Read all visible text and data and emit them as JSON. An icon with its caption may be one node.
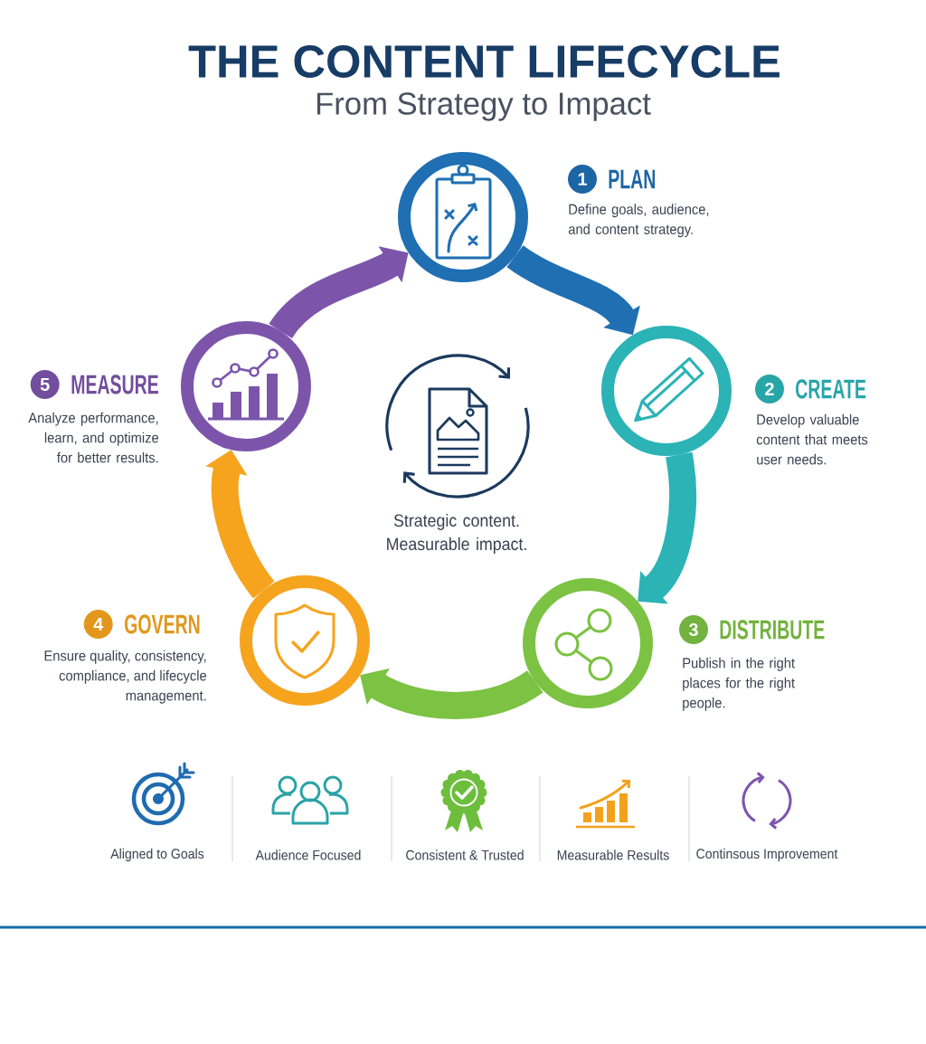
{
  "diagram": {
    "title": "THE CONTENT LIFECYCLE",
    "nodes": [
      {
        "text": [
          "1",
          "PLAN",
          "Define goals, audience, and content strategy."
        ]
      },
      {
        "text": [
          "2",
          "CREATE",
          "Develop valuable content that meets user needs."
        ]
      },
      {
        "text": [
          "3",
          "DISTRIBUTE",
          "Publish in the right places for the right people."
        ]
      },
      {
        "text": [
          "4",
          "GOVERN",
          "Ensure quality, consistency, compliance, and lifecycle management."
        ]
      },
      {
        "text": [
          "5",
          "MEASURE",
          "Analyze performance, learn, and optimize for better results."
        ]
      }
    ],
    "edges": [
      {
        "from": 0,
        "to": 1,
        "arrow": "to",
        "color": "#1f6fb2"
      },
      {
        "from": 1,
        "to": 2,
        "arrow": "to",
        "color": "#2bb3b6"
      },
      {
        "from": 2,
        "to": 3,
        "arrow": "to",
        "color": "#7cc243"
      },
      {
        "from": 3,
        "to": 4,
        "arrow": "to",
        "color": "#f6a41e"
      },
      {
        "from": 4,
        "to": 0,
        "arrow": "to",
        "color": "#7c55ab"
      }
    ],
    "labels": [
      "From Strategy to Impact",
      "Strategic content. Measurable impact.",
      "Aligned to Goals",
      "Audience Focused",
      "Consistent & Trusted",
      "Measurable Results",
      "Continsous Improvement"
    ]
  }
}
